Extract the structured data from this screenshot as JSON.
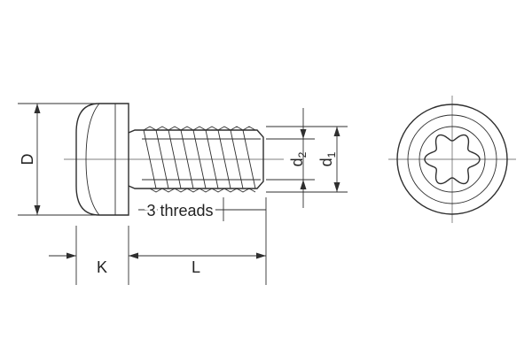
{
  "labels": {
    "head_diameter": "D",
    "head_height": "K",
    "length": "L",
    "minor_diameter_base": "d",
    "minor_diameter_sub": "2",
    "major_diameter_base": "d",
    "major_diameter_sub": "1",
    "threads_note": "3 threads"
  },
  "icons": {
    "drive": "torx-six-lobe-recess-icon"
  },
  "colors": {
    "line": "#2f2f2f",
    "background": "#ffffff"
  }
}
